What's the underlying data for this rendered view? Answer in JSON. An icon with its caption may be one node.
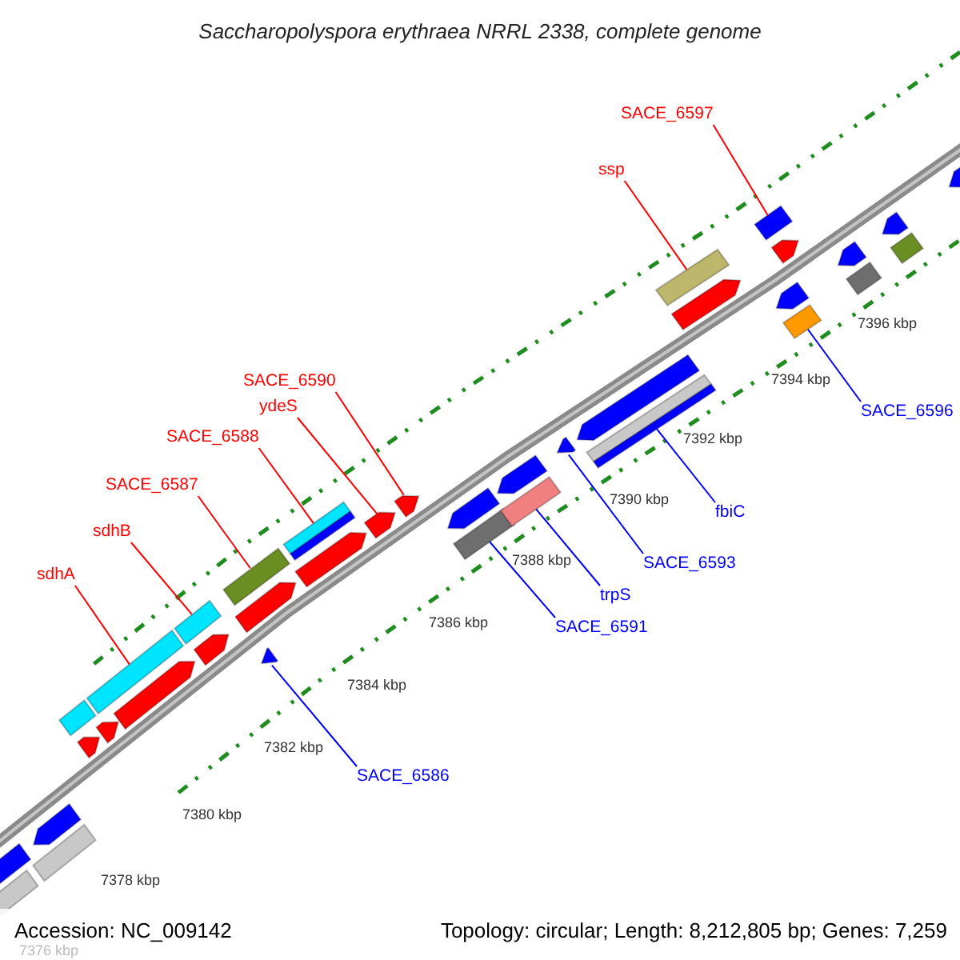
{
  "diagram": {
    "title": "Saccharopolyspora erythraea NRRL 2338, complete genome",
    "nodes": [
      {
        "text": [
          "SACE_6597"
        ]
      },
      {
        "text": [
          "ssp"
        ]
      },
      {
        "text": [
          "SACE_6590"
        ]
      },
      {
        "text": [
          "ydeS"
        ]
      },
      {
        "text": [
          "SACE_6596"
        ]
      },
      {
        "text": [
          "SACE_6588"
        ]
      },
      {
        "text": [
          "SACE_6587"
        ]
      },
      {
        "text": [
          "fbiC"
        ]
      },
      {
        "text": [
          "sdhB"
        ]
      },
      {
        "text": [
          "SACE_6593"
        ]
      },
      {
        "text": [
          "sdhA"
        ]
      },
      {
        "text": [
          "trpS"
        ]
      },
      {
        "text": [
          "SACE_6591"
        ]
      },
      {
        "text": [
          "SACE_6586"
        ]
      },
      {
        "text": [],
        "shape": "pentagon"
      },
      {
        "text": [],
        "shape": "box"
      },
      {
        "text": [],
        "shape": "box"
      },
      {
        "text": [],
        "shape": "pentagon"
      },
      {
        "text": [],
        "shape": "box"
      },
      {
        "text": [],
        "shape": "pentagon"
      },
      {
        "text": [],
        "shape": "pentagon"
      },
      {
        "text": [],
        "shape": "box"
      },
      {
        "text": [],
        "shape": "pentagon"
      },
      {
        "text": [],
        "shape": "box"
      },
      {
        "text": [],
        "shape": "pentagon"
      },
      {
        "text": [],
        "shape": "pentagon"
      },
      {
        "text": [],
        "shape": "pentagon"
      },
      {
        "text": [],
        "shape": "box"
      },
      {
        "text": [],
        "shape": "pentagon"
      },
      {
        "text": [],
        "shape": "box"
      },
      {
        "text": [],
        "shape": "pentagon"
      },
      {
        "text": [],
        "shape": "pentagon"
      },
      {
        "text": [],
        "shape": "box"
      },
      {
        "text": [],
        "shape": "pentagon"
      },
      {
        "text": [],
        "shape": "box"
      },
      {
        "text": [],
        "shape": "pentagon"
      },
      {
        "text": [],
        "shape": "pentagon"
      },
      {
        "text": [],
        "shape": "pentagon"
      },
      {
        "text": [],
        "shape": "box"
      },
      {
        "text": [],
        "shape": "pentagon"
      },
      {
        "text": [],
        "shape": "box"
      },
      {
        "text": [],
        "shape": "box"
      },
      {
        "text": [],
        "shape": "pentagon"
      },
      {
        "text": [],
        "shape": "pentagon"
      },
      {
        "text": [],
        "shape": "box"
      },
      {
        "text": [],
        "shape": "box"
      },
      {
        "text": [],
        "shape": "pentagon"
      },
      {
        "text": [],
        "shape": "box"
      },
      {
        "text": [],
        "shape": "pentagon"
      },
      {
        "text": [],
        "shape": "pentagon"
      }
    ],
    "edges": [
      {
        "from": 0,
        "to": 44,
        "arrow": "none"
      },
      {
        "from": 1,
        "to": 40,
        "arrow": "none"
      },
      {
        "from": 2,
        "to": 31,
        "arrow": "none"
      },
      {
        "from": 3,
        "to": 30,
        "arrow": "none"
      },
      {
        "from": 4,
        "to": 41,
        "arrow": "none",
        "color": "#0000ff"
      },
      {
        "from": 5,
        "to": 29,
        "arrow": "none"
      },
      {
        "from": 6,
        "to": 27,
        "arrow": "none"
      },
      {
        "from": 7,
        "to": 38,
        "arrow": "none",
        "color": "#0000ff"
      },
      {
        "from": 8,
        "to": 23,
        "arrow": "none"
      },
      {
        "from": 9,
        "to": 36,
        "arrow": "none",
        "color": "#0000ff"
      },
      {
        "from": 10,
        "to": 21,
        "arrow": "none"
      },
      {
        "from": 11,
        "to": 34,
        "arrow": "none",
        "color": "#0000ff"
      },
      {
        "from": 12,
        "to": 32,
        "arrow": "none",
        "color": "#0000ff"
      },
      {
        "from": 13,
        "to": 25,
        "arrow": "none",
        "color": "#0000ff"
      }
    ],
    "labels": [
      "7396 kbp",
      "7394 kbp",
      "7392 kbp",
      "7390 kbp",
      "7388 kbp",
      "7386 kbp",
      "7384 kbp",
      "7382 kbp",
      "7380 kbp",
      "7378 kbp",
      "7376 kbp",
      "Accession: NC_009142",
      "Topology: circular; Length: 8,212,805 bp; Genes: 7,259"
    ]
  }
}
